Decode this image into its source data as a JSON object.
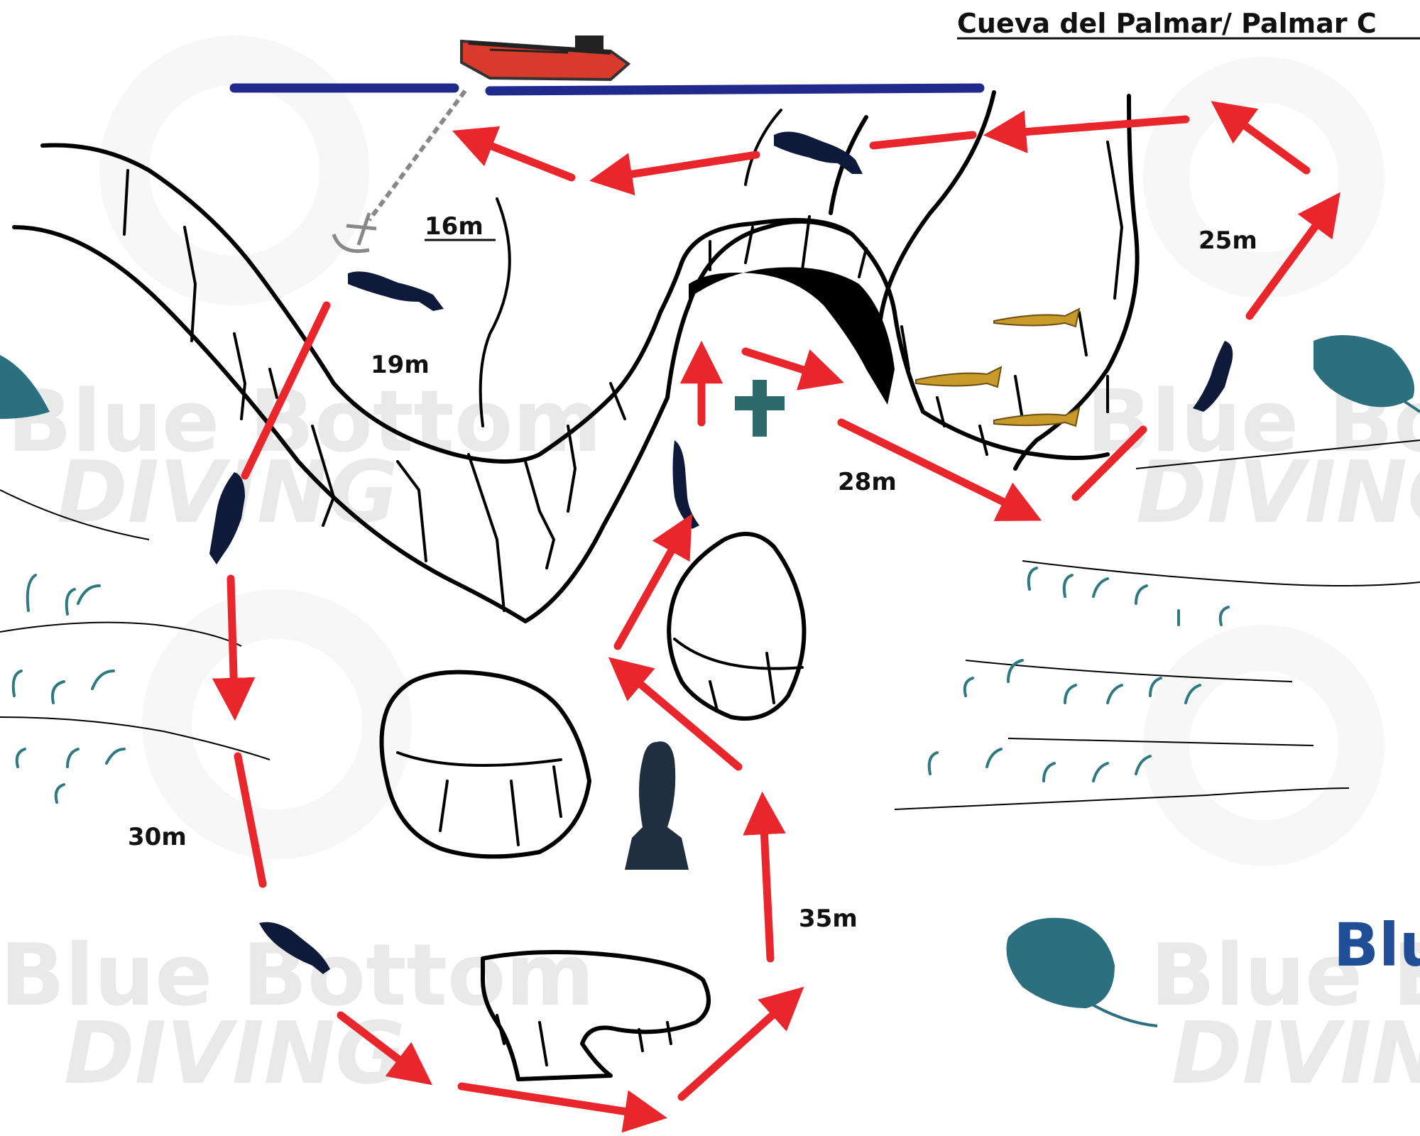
{
  "title": "Cueva del Palmar/ Palmar C",
  "watermark": {
    "line1": "Blue Bottom",
    "line2": "DIVING"
  },
  "brand_partial": "Blu",
  "depths": [
    "16m",
    "19m",
    "25m",
    "28m",
    "30m",
    "35m"
  ],
  "colors": {
    "route_arrow": "#e8262b",
    "surface_line": "#1f2a8c",
    "rock_outline": "#000000",
    "seaweed": "#2e7a80",
    "diver": "#0f1a3a",
    "stingray": "#2c6f7f",
    "boat_hull": "#d83a2c",
    "watermark": "#e9e9e9",
    "brand": "#1f4e96"
  },
  "icons": [
    "boat-icon",
    "anchor-icon",
    "diver-icon",
    "stingray-icon",
    "cross-icon",
    "statue-icon",
    "fish-icon"
  ]
}
